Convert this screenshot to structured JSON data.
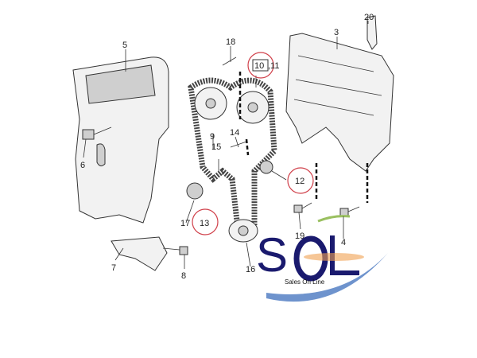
{
  "callouts": {
    "c20": "20",
    "c3": "3",
    "c5": "5",
    "c18": "18",
    "c10": "10",
    "c11": ",11",
    "c14": "14",
    "c9": "9",
    "c15": "15",
    "c6": "6",
    "c12": "12",
    "c13": "13",
    "c17": "17",
    "c19": "19",
    "c4": "4",
    "c7": "7",
    "c8": "8",
    "c16": "16"
  },
  "highlighted_callouts": [
    "10",
    "12",
    "13"
  ],
  "logo": {
    "text": "SoL",
    "tagline": "Sales On Line"
  },
  "colors": {
    "line": "#333333",
    "highlight_circle": "#d0404a",
    "logo_navy": "#1a1a6e",
    "logo_orange": "#f0a050",
    "logo_swoosh": "#4a78c0",
    "accent_green": "#9ac060"
  }
}
